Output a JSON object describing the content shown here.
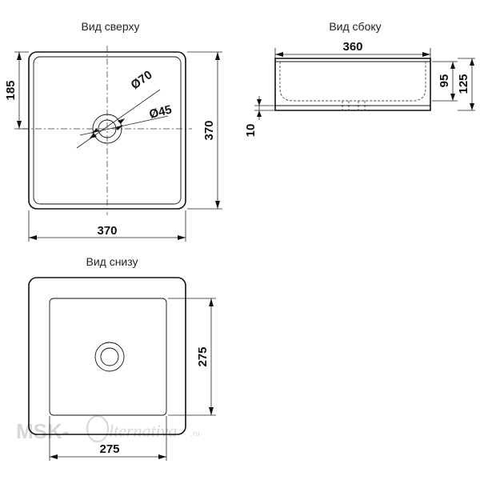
{
  "views": {
    "top": {
      "title": "Вид сверху",
      "width_label": "370",
      "height_label": "370",
      "half_label": "185",
      "outer_diameter_label": "Ø70",
      "inner_diameter_label": "Ø45"
    },
    "side": {
      "title": "Вид сбоку",
      "width_label": "360",
      "depth_label": "95",
      "total_height_label": "125",
      "base_label": "10"
    },
    "bottom": {
      "title": "Вид снизу",
      "width_label": "275",
      "height_label": "275"
    }
  },
  "watermark": {
    "prefix": "MSK-",
    "script": "lternativa",
    "suffix": ".ru",
    "color": "#d7d7d7"
  }
}
